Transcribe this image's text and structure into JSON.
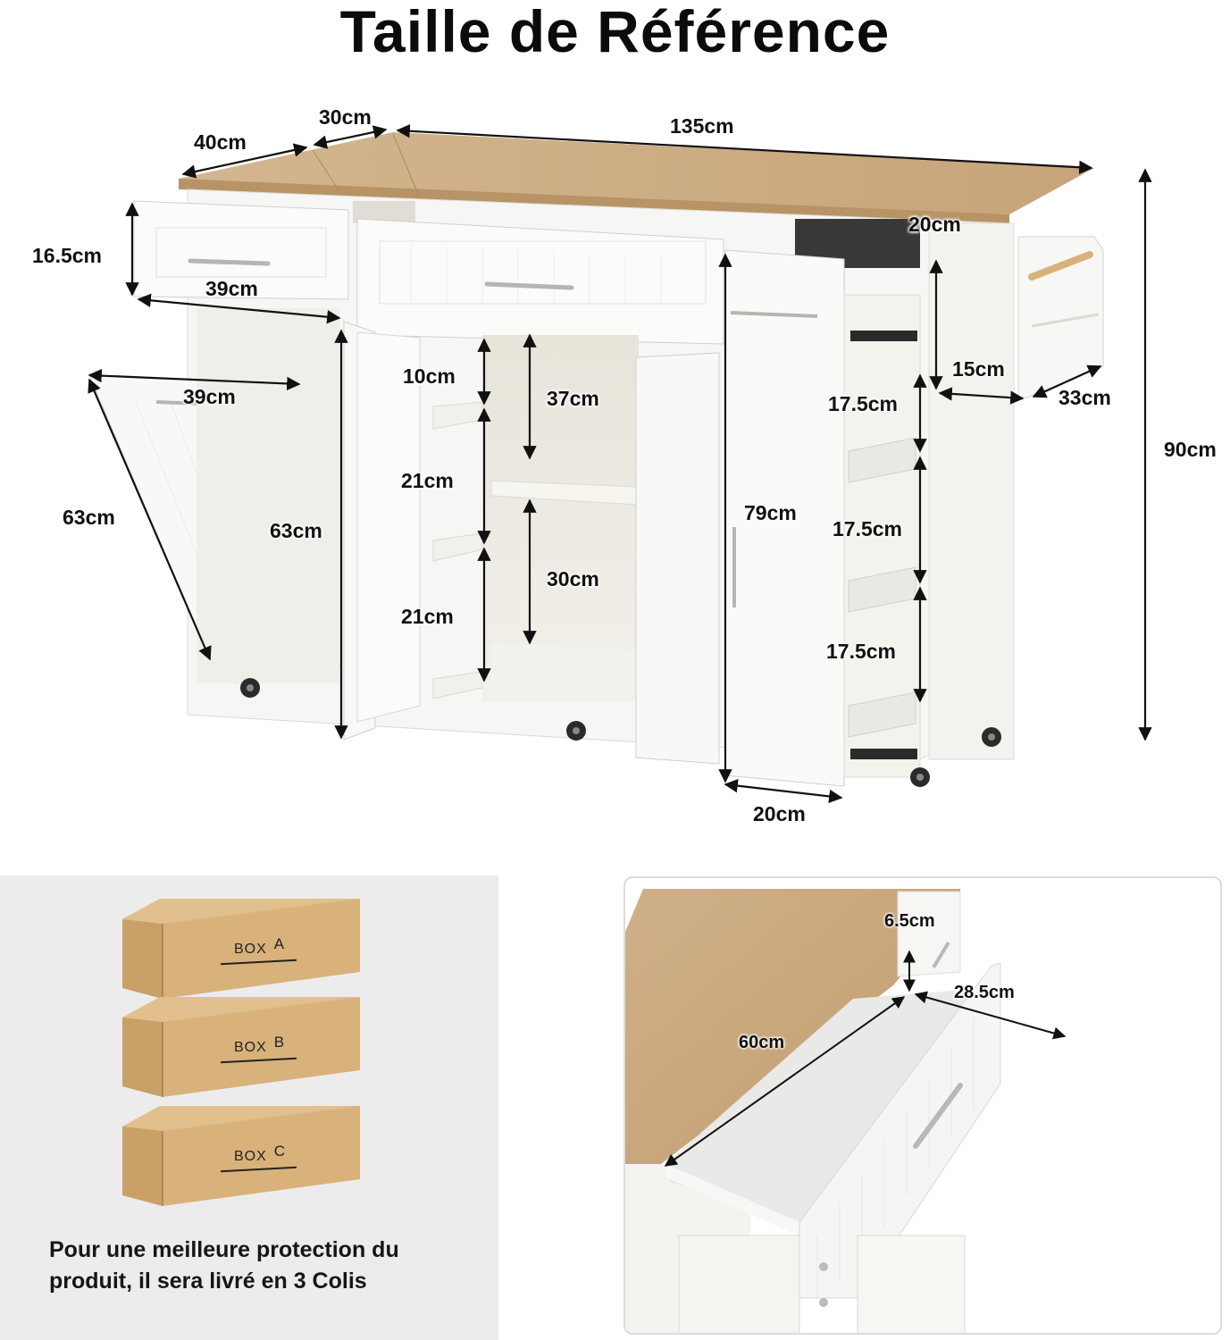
{
  "title": "Taille de Référence",
  "main_diagram": {
    "dimensions": {
      "top_depth_left": "40cm",
      "top_extension": "30cm",
      "top_width": "135cm",
      "side_shelf_depth": "20cm",
      "total_height": "90cm",
      "left_drawer_height": "16.5cm",
      "left_drawer_width": "39cm",
      "trash_door_width": "39cm",
      "trash_door_height": "63cm",
      "cabinet_height": "63cm",
      "door_shelf_top": "10cm",
      "door_shelf_mid": "21cm",
      "door_shelf_bottom": "21cm",
      "inner_upper": "37cm",
      "inner_lower": "30cm",
      "pullout_height": "79cm",
      "pullout_width": "20cm",
      "pullout_shelf_1": "17.5cm",
      "pullout_shelf_2": "17.5cm",
      "pullout_shelf_3": "17.5cm",
      "spice_rack_height": "15cm",
      "spice_rack_depth": "33cm"
    }
  },
  "packaging": {
    "boxes": [
      {
        "prefix": "BOX",
        "letter": "A"
      },
      {
        "prefix": "BOX",
        "letter": "B"
      },
      {
        "prefix": "BOX",
        "letter": "C"
      }
    ],
    "note": "Pour une meilleure protection du produit, il sera livré en 3 Colis"
  },
  "drawer_detail": {
    "dimensions": {
      "height": "6.5cm",
      "width": "28.5cm",
      "depth": "60cm"
    }
  },
  "colors": {
    "wood": "#c9a77e",
    "cabinet_white": "#f4f4f1",
    "box_cardboard": "#d8b27a",
    "panel_gray": "#ececec"
  }
}
